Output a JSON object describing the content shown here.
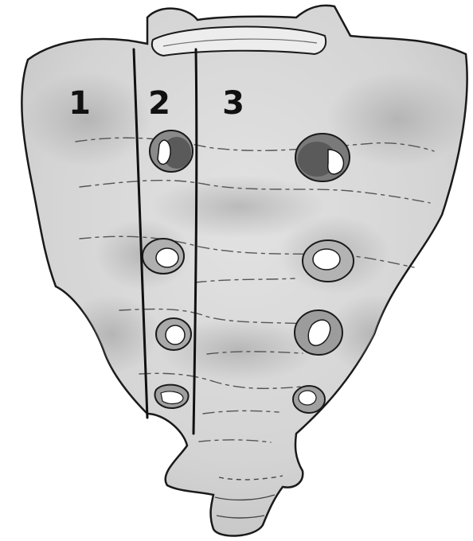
{
  "zone_labels": [
    "1",
    "2",
    "3"
  ],
  "colors": {
    "bone_fill": "#d6d6d6",
    "bone_light": "#e6e6e6",
    "bone_shadow": "#a9a9a9",
    "outline": "#1a1a1a",
    "foramen_hole": "#ffffff",
    "foramen_dark": "#555555",
    "label": "#111111",
    "background": "#ffffff"
  }
}
